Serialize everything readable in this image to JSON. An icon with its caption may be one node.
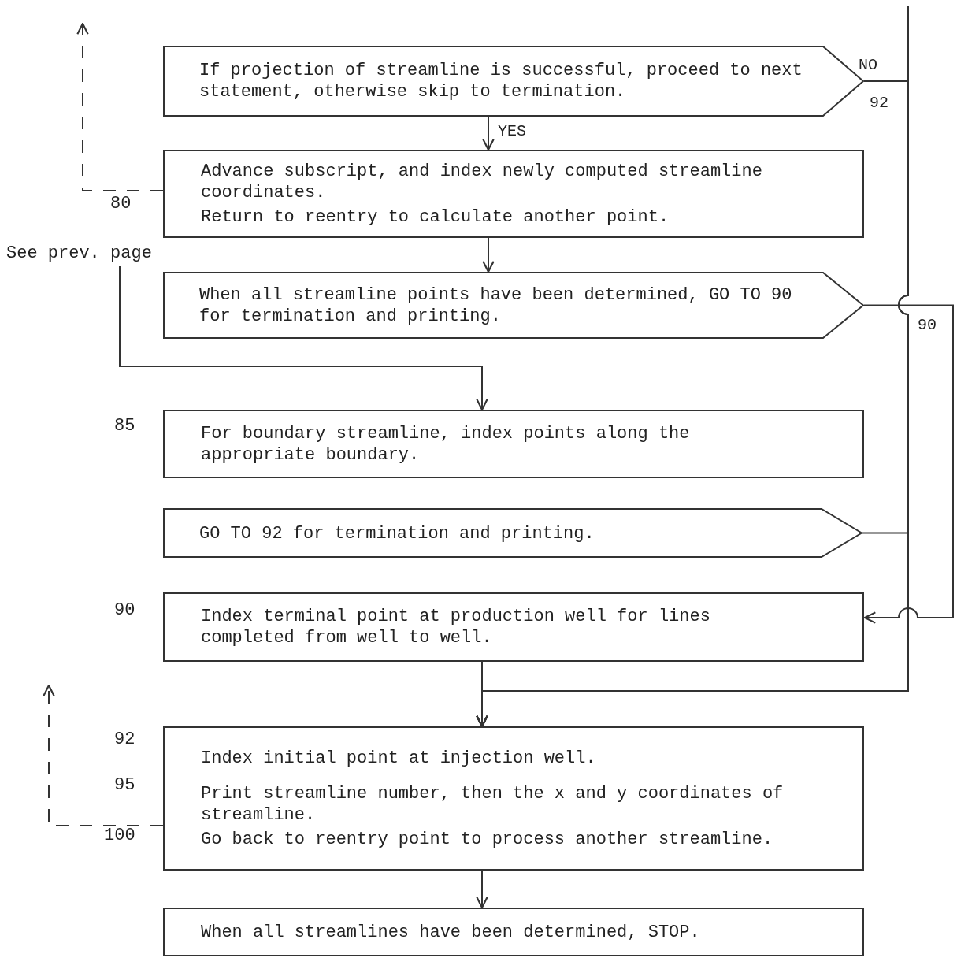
{
  "diagram": {
    "nodes": [
      {
        "text": [
          "If projection of streamline is successful, proceed to next statement, otherwise skip to termination."
        ]
      },
      {
        "text": [
          "Advance subscript, and index newly computed streamline coordinates.",
          "Return to reentry to calculate another point."
        ],
        "beside": [
          "80"
        ]
      },
      {
        "text": [
          "See prev. page"
        ]
      },
      {
        "text": [
          "When all streamline points have been determined, GO TO 90 for termination and printing."
        ]
      },
      {
        "text": [
          "For boundary streamline, index points along the appropriate boundary."
        ],
        "beside": [
          "85"
        ]
      },
      {
        "text": [
          "GO TO 92 for termination and printing."
        ]
      },
      {
        "text": [
          "Index terminal point at production well for lines completed from well to well."
        ],
        "beside": [
          "90"
        ]
      },
      {
        "text": [
          "Index initial point at injection well.",
          "Print streamline number, then the x and y coordinates of streamline.",
          "Go back to reentry point to process another streamline."
        ],
        "beside": [
          "92",
          "95",
          "100"
        ]
      },
      {
        "text": [
          "When all streamlines have been determined, STOP."
        ]
      }
    ],
    "edges": [
      {
        "from": null,
        "to": 7,
        "arrow": "to"
      },
      {
        "from": 0,
        "to": 7,
        "arrow": "to",
        "label": "NO"
      },
      {
        "from": 0,
        "to": 1,
        "arrow": "to",
        "label": "YES"
      },
      {
        "from": 1,
        "to": null,
        "arrow": "to",
        "style": "dashed"
      },
      {
        "from": 1,
        "to": 3,
        "arrow": "to"
      },
      {
        "from": 2,
        "to": 4,
        "arrow": "to"
      },
      {
        "from": 3,
        "to": 6,
        "arrow": "to",
        "label": "90"
      },
      {
        "from": 5,
        "to": 7,
        "arrow": "to"
      },
      {
        "from": 6,
        "to": 7,
        "arrow": "to"
      },
      {
        "from": 7,
        "to": null,
        "arrow": "to",
        "style": "dashed"
      },
      {
        "from": 7,
        "to": 8,
        "arrow": "to"
      }
    ],
    "labels": [
      "92"
    ]
  }
}
